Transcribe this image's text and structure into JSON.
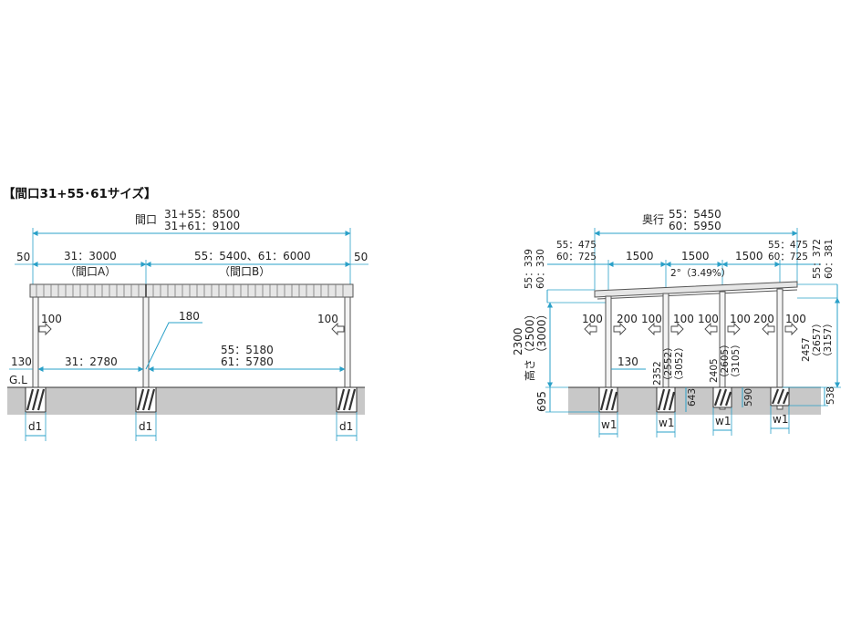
{
  "front": {
    "title": "【間口31+55･61サイズ】",
    "maguchi_label": "間口",
    "maguchi_55": "31+55：8500",
    "maguchi_61": "31+61：9100",
    "edge_left": "50",
    "edge_right": "50",
    "bay_a_width": "31：3000",
    "bay_b_width": "55：5400、61：6000",
    "bay_a_label": "（間口A）",
    "bay_b_label": "（間口B）",
    "offset_left": "100",
    "offset_right": "100",
    "post_size": "180",
    "inner_a": "31：2780",
    "inner_b_55": "55：5180",
    "inner_b_61": "61：5780",
    "side_130": "130",
    "gl_label": "G.L",
    "d1_labels": [
      "d1",
      "d1",
      "d1"
    ]
  },
  "side": {
    "okuyuki_label": "奥行",
    "okuyuki_55": "55：5450",
    "okuyuki_61": "60：5950",
    "front_over_55": "55：475",
    "front_over_61": "60：725",
    "rear_over_55": "55：475",
    "rear_over_61": "60：725",
    "spans": [
      "1500",
      "1500",
      "1500"
    ],
    "slope": "2°（3.49%）",
    "roof_left_55": "55：339",
    "roof_left_61": "60：330",
    "roof_right_55": "55：372",
    "roof_right_61": "60：381",
    "height_label": "高さ",
    "height_values": [
      "2300",
      "（2500）",
      "（3000）"
    ],
    "post_offsets": [
      "100",
      "200",
      "100",
      "100",
      "100",
      "100",
      "200",
      "100"
    ],
    "side_130": "130",
    "post2_heights": [
      "2352",
      "（2552）",
      "（3052）"
    ],
    "post3_heights": [
      "2405",
      "（2605）",
      "（3105）"
    ],
    "post4_heights": [
      "2457",
      "（2657）",
      "（3157）"
    ],
    "embed_left": "695",
    "embed_643": "643",
    "embed_590": "590",
    "embed_538": "538",
    "w1_labels": [
      "w1",
      "w1",
      "w1",
      "w1"
    ]
  },
  "colors": {
    "dimension_line": "#2aa0c8",
    "ground": "#c8c8c8"
  }
}
